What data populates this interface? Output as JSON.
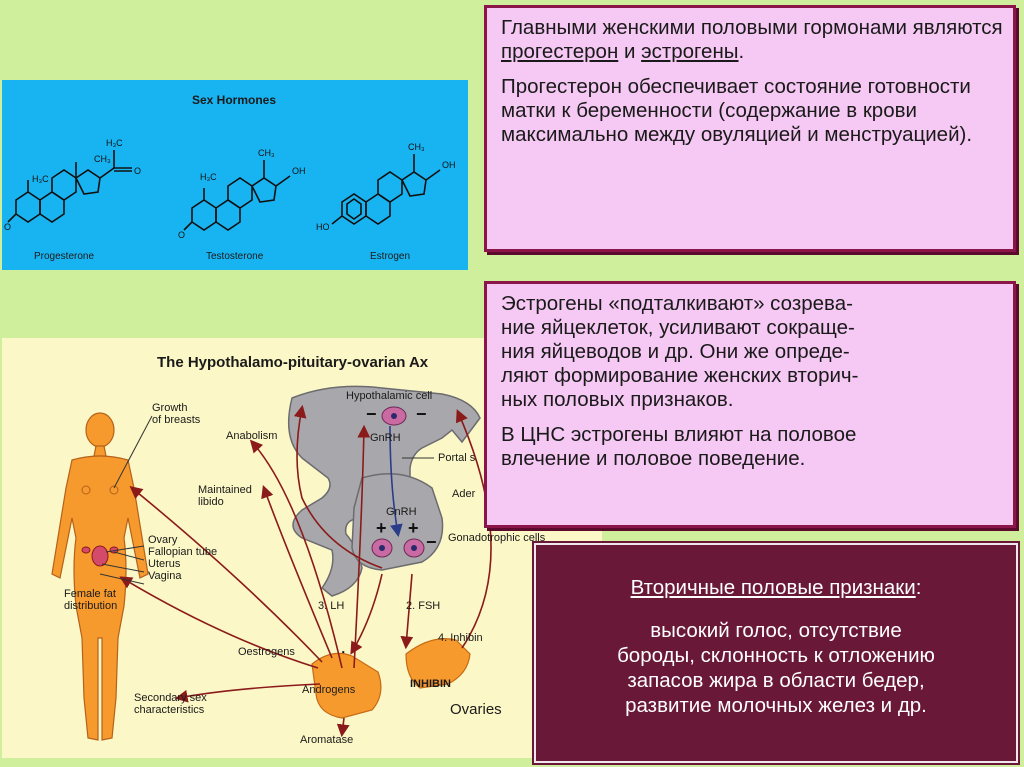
{
  "structures": {
    "title": "Sex Hormones",
    "molecules": [
      {
        "name": "Progesterone",
        "groups": [
          "H3C",
          "CH3",
          "H3C",
          "C=O",
          "O"
        ]
      },
      {
        "name": "Testosterone",
        "groups": [
          "H3C",
          "CH3",
          "OH",
          "O"
        ]
      },
      {
        "name": "Estrogen",
        "groups": [
          "CH3",
          "OH",
          "HO"
        ]
      }
    ]
  },
  "axis": {
    "title": "The Hypothalamo-pituitary-ovarian Ax",
    "labels": {
      "growth": "Growth\nof breasts",
      "anabolism": "Anabolism",
      "libido": "Maintained\nlibido",
      "ovary": "Ovary",
      "fallopian": "Fallopian tube",
      "uterus": "Uterus",
      "vagina": "Vagina",
      "female_fat": "Female fat\ndistribution",
      "hypothalamic": "Hypothalamic cell",
      "gnrh_top": "GnRH",
      "portal": "Portal s",
      "adeno": "Ader",
      "gnrh_bottom": "GnRH",
      "gonadotrophic": "Gonadotrophic cells",
      "lh": "3. LH",
      "fsh": "2. FSH",
      "inhibin_label": "4. Inhibin",
      "oestrogens": "Oestrogens",
      "androgens": "Androgens",
      "inhibin_organ": "INHIBIN",
      "secondary": "Secondary sex\ncharacteristics",
      "ovaries": "Ovaries",
      "aromatase": "Aromatase"
    },
    "colors": {
      "skin": "#f79a2e",
      "pituitary": "#a8a8ac",
      "arrow": "#8b1a1a",
      "cell": "#c96aa3"
    }
  },
  "box_top": {
    "p1_start": "Главными женскими половыми гормонами являются ",
    "p1_link1": "прогестерон",
    "p1_mid": " и ",
    "p1_link2": "эстрогены",
    "p1_end": ".",
    "p2": "Прогестерон обеспечивает состояние готовности матки к беременности (содержание в крови максимально между овуляцией и менструацией)."
  },
  "box_mid": {
    "p1_lines": [
      "Эстрогены «подталкивают» созрева-",
      "ние яйцеклеток, усиливают сокраще-",
      "ния яйцеводов и др. Они же опреде-",
      "ляют формирование женских вторич-",
      "ных половых признаков."
    ],
    "p2_lines": [
      "В ЦНС эстрогены влияют на половое",
      "влечение и половое поведение."
    ]
  },
  "box_dark": {
    "title": "Вторичные половые признаки",
    "title_colon": ":",
    "lines": [
      "высокий голос, отсутствие",
      "бороды,  склонность к отложению",
      "запасов жира в области бедер,",
      "развитие молочных желез и др."
    ]
  }
}
